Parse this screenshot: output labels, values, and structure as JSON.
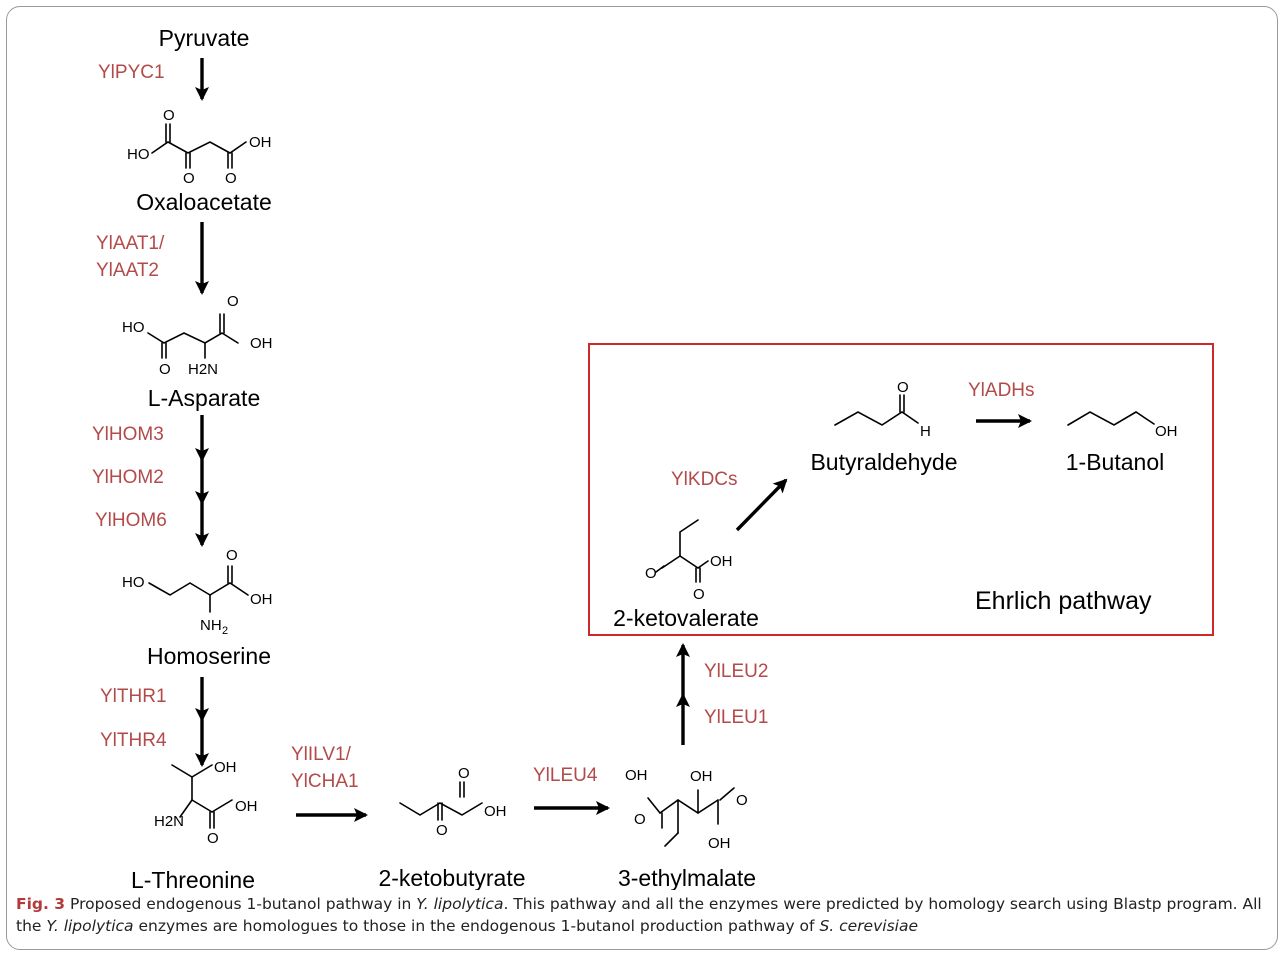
{
  "compounds": {
    "pyruvate": "Pyruvate",
    "oxaloacetate": "Oxaloacetate",
    "l_asparate": "L-Asparate",
    "homoserine": "Homoserine",
    "l_threonine": "L-Threonine",
    "ketobutyrate": "2-ketobutyrate",
    "ethylmalate": "3-ethylmalate",
    "ketovalerate": "2-ketovalerate",
    "butyraldehyde": "Butyraldehyde",
    "butanol": "1-Butanol"
  },
  "enzymes": {
    "pyc1": "YlPYC1",
    "aat1": "YlAAT1/",
    "aat2": "YlAAT2",
    "hom3": "YlHOM3",
    "hom2": "YlHOM2",
    "hom6": "YlHOM6",
    "thr1": "YlTHR1",
    "thr4": "YlTHR4",
    "ilv1": "YlILV1/",
    "cha1": "YlCHA1",
    "leu4": "YlLEU4",
    "leu2": "YlLEU2",
    "leu1": "YlLEU1",
    "kdcs": "YlKDCs",
    "adhs": "YlADHs"
  },
  "atoms": {
    "O": "O",
    "OH": "OH",
    "HO": "HO",
    "H2N": "H2N",
    "NH": "NH",
    "sub2": "2",
    "H": "H"
  },
  "box_label": "Ehrlich pathway",
  "caption": {
    "fig": "Fig. 3",
    "t1": "  Proposed endogenous 1-butanol pathway in ",
    "species": "Y. lipolytica",
    "t2": ". This pathway and all the enzymes were predicted by homology search using Blastp program. All the ",
    "species2": "Y. lipolytica",
    "t3": " enzymes are homologues to those in the endogenous 1-butanol production pathway of ",
    "species3": "S. cerevisiae"
  },
  "colors": {
    "enzyme": "#b34a4a",
    "box_border": "#cc2a2a",
    "fig_label": "#b33a3a"
  }
}
